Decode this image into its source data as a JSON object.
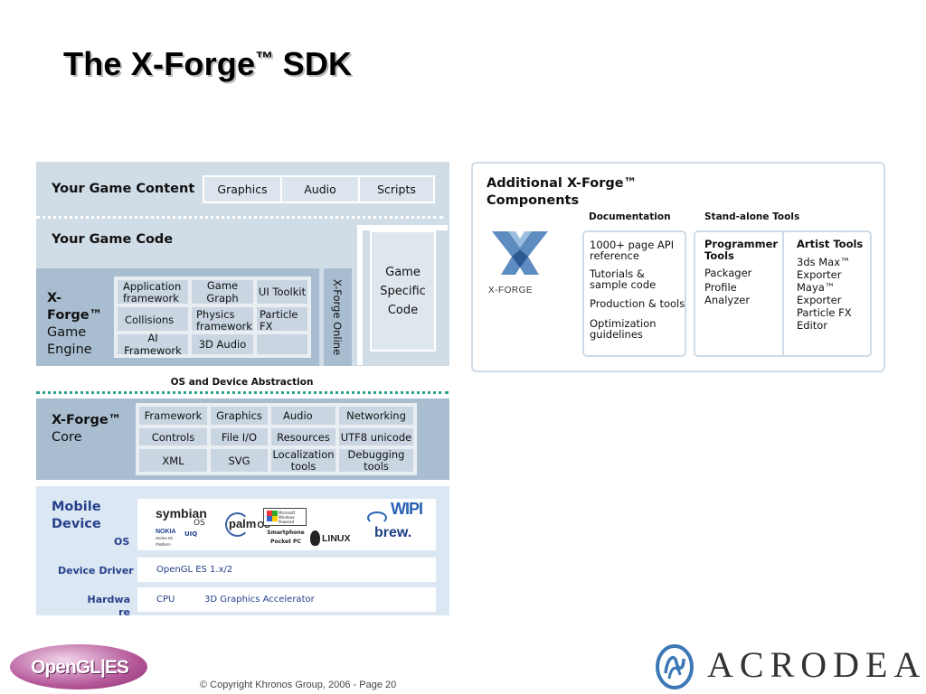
{
  "title": {
    "main": "The X-Forge",
    "tm": "™",
    "tail": " SDK"
  },
  "game_content": {
    "label": "Your Game Content",
    "items": [
      "Graphics",
      "Audio",
      "Scripts"
    ]
  },
  "game_code": {
    "label": "Your Game Code"
  },
  "game_specific": [
    "Game",
    "Specific",
    "Code"
  ],
  "engine": {
    "label_lines": [
      "X-",
      "Forge™",
      "Game",
      "Engine"
    ],
    "cells": [
      [
        "Application framework",
        "Game Graph",
        "UI Toolkit"
      ],
      [
        "Collisions",
        "Physics framework",
        "Particle FX system"
      ],
      [
        "AI Framework",
        "3D Audio",
        ""
      ]
    ],
    "online": "X-Forge Online"
  },
  "os_abstraction": "OS and Device Abstraction",
  "core": {
    "label_lines": [
      "X-Forge™",
      "Core"
    ],
    "cells": [
      [
        "Framework",
        "Graphics",
        "Audio",
        "Networking"
      ],
      [
        "Controls",
        "File I/O",
        "Resources",
        "UTF8 unicode"
      ],
      [
        "XML",
        "SVG",
        "Localization tools",
        "Debugging tools"
      ]
    ]
  },
  "mobile": {
    "label_lines": [
      "Mobile",
      "Device"
    ],
    "os_label": "OS",
    "os_logos": {
      "symbian": "symbian",
      "symbian_os": "OS",
      "nokia": "NOKIA",
      "nokia_sub": "Series 60 Platform",
      "uiq": "UIQ",
      "palm": "palm",
      "palm_os": "OS",
      "windows": "Microsoft Windows Powered",
      "smartphone": "Smartphone",
      "pocketpc": "Pocket PC",
      "linux": "LINUX",
      "wipi": "WIPI",
      "brew": "brew."
    },
    "driver_label": "Device Driver",
    "driver_value": "OpenGL ES 1.x/2",
    "hardware_label": "Hardware",
    "hardware_cpu": "CPU",
    "hardware_gpu": "3D Graphics Accelerator"
  },
  "additional": {
    "title_lines": [
      "Additional X-Forge™",
      "Components"
    ],
    "logo_text": "X-FORGE",
    "documentation": {
      "header": "Documentation",
      "items": [
        "1000+ page API reference",
        "Tutorials & sample code",
        "Production & tools",
        "Optimization guidelines"
      ]
    },
    "standalone": {
      "header": "Stand-alone Tools",
      "programmer": {
        "header": "Programmer Tools",
        "items": [
          "Packager",
          "Profile Analyzer"
        ]
      },
      "artist": {
        "header": "Artist Tools",
        "items": [
          "3ds Max™ Exporter",
          "Maya™ Exporter",
          "Particle FX Editor"
        ]
      }
    }
  },
  "footer": {
    "copyright": "© Copyright Khronos Group, 2006 - Page 20",
    "opengl_logo": "OpenGL|ES",
    "acrodea_logo": "ACRODEA"
  },
  "colors": {
    "panel_light": "#d0dce6",
    "panel_mid": "#a8bdd0",
    "navy": "#27408b",
    "teal_dots": "#2aa38f"
  }
}
